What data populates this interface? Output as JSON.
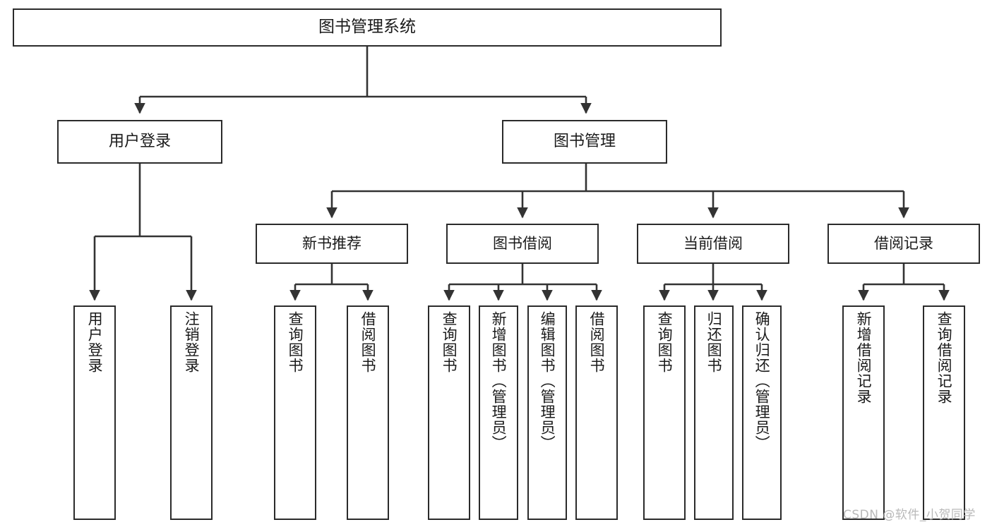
{
  "diagram": {
    "title": "图书管理系统",
    "type": "tree-hierarchy",
    "orientation": "top-down",
    "colors": {
      "box_border": "#2b2b2b",
      "box_fill": "#ffffff",
      "connector": "#333333",
      "text": "#1a1a1a",
      "watermark": "#b9b9b9",
      "background": "#ffffff"
    },
    "root": {
      "label": "图书管理系统"
    },
    "level2": [
      {
        "label": "用户登录"
      },
      {
        "label": "图书管理"
      }
    ],
    "level3": [
      {
        "label": "新书推荐"
      },
      {
        "label": "图书借阅"
      },
      {
        "label": "当前借阅"
      },
      {
        "label": "借阅记录"
      }
    ],
    "leaves": {
      "user_login": [
        {
          "label": "用户登录"
        },
        {
          "label": "注销登录"
        }
      ],
      "new_book_recommend": [
        {
          "label": "查询图书"
        },
        {
          "label": "借阅图书"
        }
      ],
      "book_borrow": [
        {
          "label": "查询图书"
        },
        {
          "label": "新增图书（管理员）"
        },
        {
          "label": "编辑图书（管理员）"
        },
        {
          "label": "借阅图书"
        }
      ],
      "current_borrow": [
        {
          "label": "查询图书"
        },
        {
          "label": "归还图书"
        },
        {
          "label": "确认归还（管理员）"
        }
      ],
      "borrow_record": [
        {
          "label": "新增借阅记录"
        },
        {
          "label": "查询借阅记录"
        }
      ]
    }
  },
  "watermark": {
    "text": "CSDN @软件_小贺同学"
  }
}
